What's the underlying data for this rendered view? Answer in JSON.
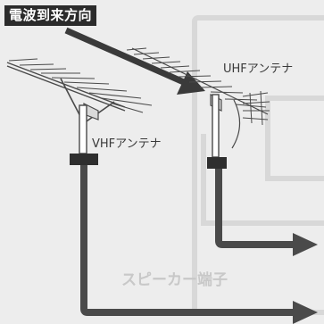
{
  "title": "電波到来方向",
  "labels": {
    "uhf": "UHFアンテナ",
    "vhf": "VHFアンテナ",
    "faint_background_text": "スピーカー端子"
  },
  "colors": {
    "background": "#ededed",
    "line": "#4a4a4a",
    "title_badge": "#2b2b2b",
    "title_text": "#ffffff",
    "faint_text": "#c8c8c8"
  }
}
